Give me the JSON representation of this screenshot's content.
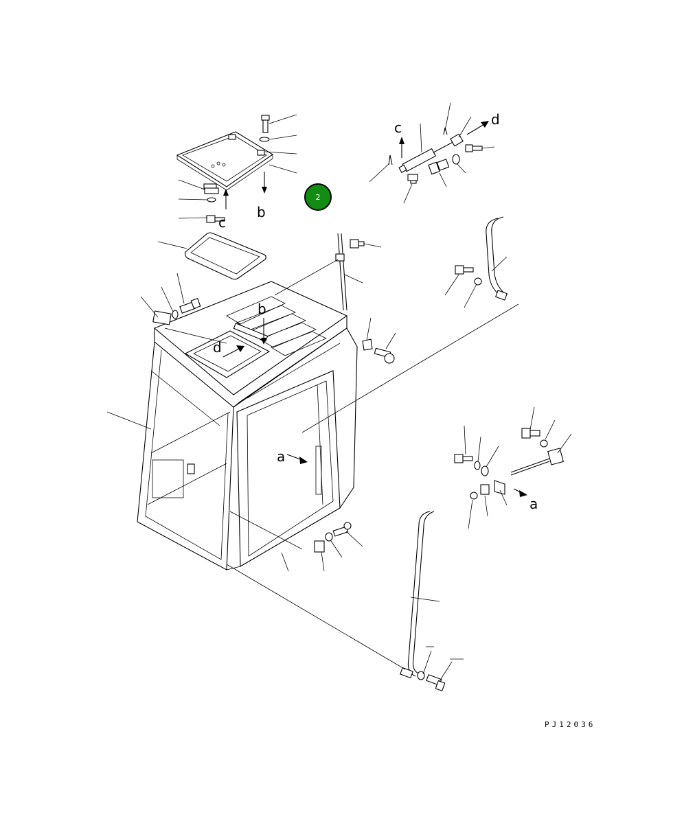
{
  "reference_letters": {
    "c_top": "c",
    "d_top": "d",
    "b_hatch": "b",
    "c_left": "c",
    "b_roof": "b",
    "d_roof": "d",
    "a_cab": "a",
    "a_right": "a"
  },
  "drawing_code": "PJ12036",
  "marker": {
    "label": "2",
    "fill": "#138c13",
    "ring": "#000000"
  }
}
